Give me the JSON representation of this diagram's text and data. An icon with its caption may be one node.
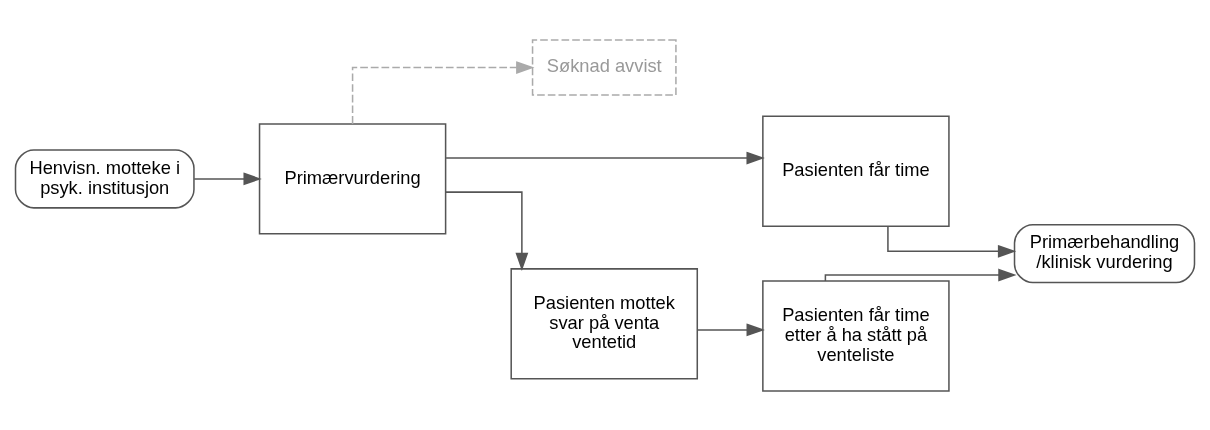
{
  "diagram": {
    "nodes": [
      {
        "text": [
          "Henvisn. motteke i psyk. institusjon"
        ]
      },
      {
        "text": [
          "Primærvurdering"
        ]
      },
      {
        "text": [
          "Søknad avvist"
        ]
      },
      {
        "text": [
          "Pasienten får time"
        ]
      },
      {
        "text": [
          "Pasienten mottek svar på venta ventetid"
        ]
      },
      {
        "text": [
          "Pasienten får time etter å ha stått på venteliste"
        ]
      },
      {
        "text": [
          "Primærbehandling /klinisk vurdering"
        ]
      }
    ],
    "edges": [
      {
        "from": 0,
        "to": 1,
        "arrow": "to"
      },
      {
        "from": 1,
        "to": 2,
        "arrow": "to",
        "style": "dashed",
        "color": "#aaaaaa"
      },
      {
        "from": 1,
        "to": 3,
        "arrow": "to"
      },
      {
        "from": 1,
        "to": 4,
        "arrow": "to"
      },
      {
        "from": 3,
        "to": 6,
        "arrow": "to"
      },
      {
        "from": 4,
        "to": 5,
        "arrow": "to"
      },
      {
        "from": 5,
        "to": 6,
        "arrow": "to"
      }
    ]
  }
}
